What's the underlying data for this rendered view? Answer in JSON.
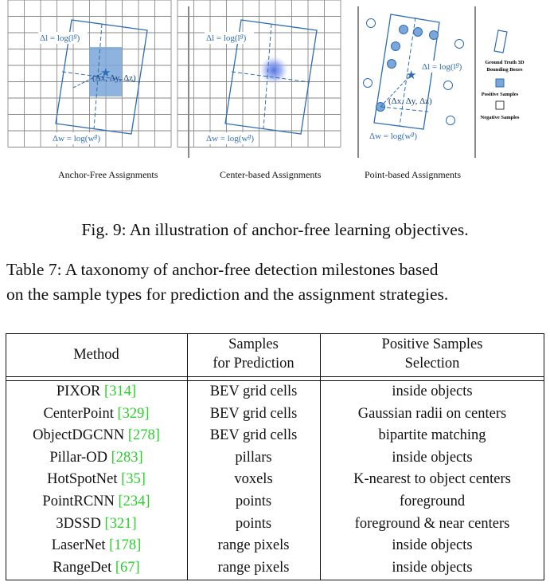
{
  "figure": {
    "panels": [
      {
        "label": "Anchor-Free Assignments",
        "dl_label": "Δl = log(l",
        "dl_sup": "g",
        "dw_label": "Δw = log(w",
        "dw_sup": "g",
        "delta_label": "(Δx, Δy, Δz)"
      },
      {
        "label": "Center-based Assignments",
        "dl_label": "Δl = log(l",
        "dl_sup": "g",
        "dw_label": "Δw = log(w",
        "dw_sup": "g"
      },
      {
        "label": "Point-based Assignments",
        "dl_label": "Δl = log(l",
        "dl_sup": "g",
        "dw_label": "Δw = log(w",
        "dw_sup": "g",
        "delta_label": "(Δx, Δy, Δz)"
      }
    ],
    "legend": {
      "gt_box": "Ground Truth 3D",
      "gt_box_2": "Bounding Boxes",
      "positive": "Positive Samples",
      "negative": "Negative Samples"
    },
    "colors": {
      "blue": "#2e6db4",
      "fill": "#7aa6d9",
      "grid": "#8a8a8a"
    }
  },
  "fig_caption": "Fig. 9: An illustration of anchor-free learning objectives.",
  "table_caption_line1": "Table 7: A taxonomy of anchor-free detection milestones based",
  "table_caption_line2": "on the sample types for prediction and the assignment strategies.",
  "table": {
    "headers": {
      "method": "Method",
      "samples_1": "Samples",
      "samples_2": "for Prediction",
      "selection_1": "Positive Samples",
      "selection_2": "Selection"
    },
    "rows": [
      {
        "method": "PIXOR",
        "ref": "[314]",
        "samples": "BEV grid cells",
        "selection": "inside objects"
      },
      {
        "method": "CenterPoint",
        "ref": "[329]",
        "samples": "BEV grid cells",
        "selection": "Gaussian radii on centers"
      },
      {
        "method": "ObjectDGCNN",
        "ref": "[278]",
        "samples": "BEV grid cells",
        "selection": "bipartite matching"
      },
      {
        "method": "Pillar-OD",
        "ref": "[283]",
        "samples": "pillars",
        "selection": "inside objects"
      },
      {
        "method": "HotSpotNet",
        "ref": "[35]",
        "samples": "voxels",
        "selection": "K-nearest to object centers"
      },
      {
        "method": "PointRCNN",
        "ref": "[234]",
        "samples": "points",
        "selection": "foreground"
      },
      {
        "method": "3DSSD",
        "ref": "[321]",
        "samples": "points",
        "selection": "foreground & near centers"
      },
      {
        "method": "LaserNet",
        "ref": "[178]",
        "samples": "range pixels",
        "selection": "inside objects"
      },
      {
        "method": "RangeDet",
        "ref": "[67]",
        "samples": "range pixels",
        "selection": "inside objects"
      }
    ]
  }
}
